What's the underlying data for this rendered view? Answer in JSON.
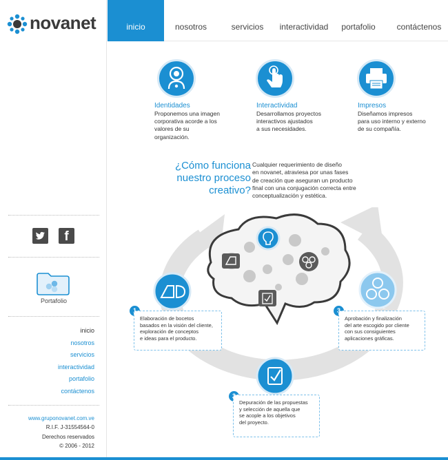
{
  "brand": {
    "name": "novanet",
    "accent": "#1b8fd2",
    "dark": "#3a3a3a"
  },
  "topnav": {
    "items": [
      {
        "label": "inicio",
        "active": true
      },
      {
        "label": "nosotros"
      },
      {
        "label": "servicios"
      },
      {
        "label": "interactividad"
      },
      {
        "label": "portafolio"
      },
      {
        "label": "contáctenos"
      }
    ]
  },
  "sidebar": {
    "social": [
      {
        "icon": "twitter-icon"
      },
      {
        "icon": "facebook-icon",
        "glyph": "f"
      }
    ],
    "folder": {
      "icon": "folder-icon",
      "label": "Portafolio"
    },
    "nav": [
      "inicio",
      "nosotros",
      "servicios",
      "interactividad",
      "portafolio",
      "contáctenos"
    ],
    "footer": {
      "url": "www.gruponovanet.com.ve",
      "rif": "R.I.F. J-31554564-0",
      "rights": "Derechos reservados",
      "copyright": "© 2006 - 2012"
    }
  },
  "services": [
    {
      "icon": "identity-person-icon",
      "title": "Identidades",
      "desc": [
        "Proponemos una imagen",
        "corporativa acorde a los",
        "valores de su",
        "organización."
      ]
    },
    {
      "icon": "touch-hand-icon",
      "title": "Interactividad",
      "desc": [
        "Desarrollamos proyectos",
        "interactivos ajustados",
        "a sus necesidades."
      ]
    },
    {
      "icon": "printer-icon",
      "title": "Impresos",
      "desc": [
        "Diseñamos impresos",
        "para uso interno y externo",
        "de su compañía."
      ]
    }
  ],
  "process": {
    "title": [
      "¿Cómo funciona",
      "nuestro proceso",
      "creativo?"
    ],
    "desc": [
      "Cualquier requerimiento de diseño",
      "en novanet, atraviesa por unas fases",
      "de creación que aseguran un producto",
      "final con una conjugación correcta entre",
      "conceptualización y estética."
    ],
    "steps": [
      {
        "num": "1",
        "icon": "sketch-shapes-icon",
        "text": [
          "Elaboración de bocetos",
          "basados en la visión del cliente,",
          "exploración de conceptos",
          "e ideas para el producto."
        ]
      },
      {
        "num": "2",
        "icon": "checklist-icon",
        "text": [
          "Depuración de las propuestas",
          "y selección de aquella que",
          "se acople a los objetivos",
          "del proyecto."
        ]
      },
      {
        "num": "3",
        "icon": "gear-cluster-icon",
        "text": [
          "Aprobación y finalización",
          "del arte escogido por cliente",
          "con sus consiguientes",
          "aplicaciones gráficas."
        ]
      }
    ],
    "brain": {
      "icon": "brain-gears-icon"
    }
  }
}
